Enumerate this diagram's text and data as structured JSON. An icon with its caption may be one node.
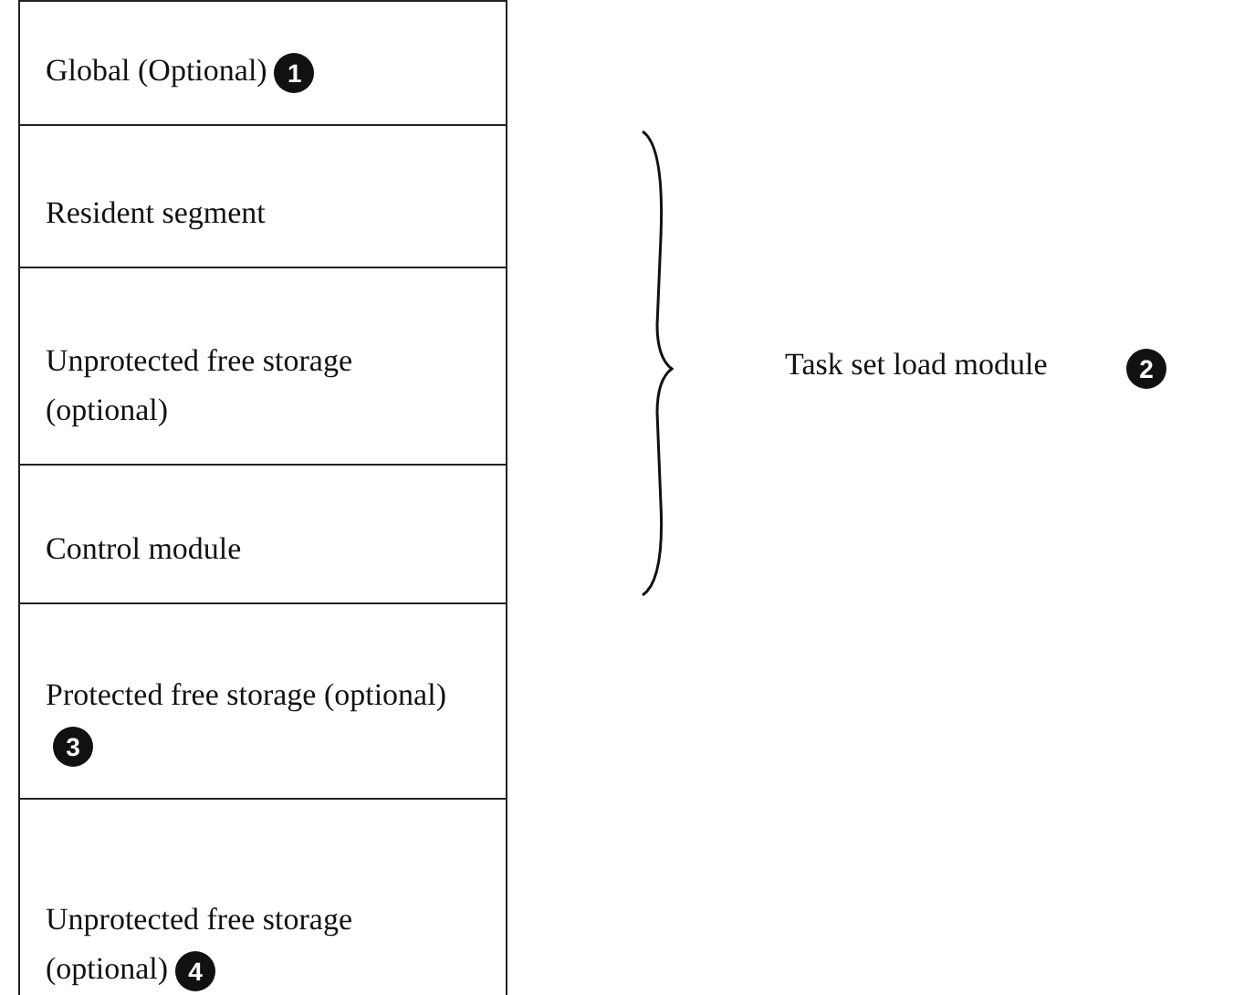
{
  "diagram": {
    "nodes": [
      {
        "text": [
          "Global (Optional)"
        ]
      },
      {
        "text": [
          "Resident segment"
        ]
      },
      {
        "text": [
          "Unprotected free storage (optional)"
        ]
      },
      {
        "text": [
          "Control module"
        ]
      },
      {
        "text": [
          "Protected free storage (optional)"
        ]
      },
      {
        "text": [
          "Unprotected free storage (optional)"
        ]
      }
    ],
    "edges": [],
    "labels": [
      "1",
      "Task set load module",
      "2",
      "3",
      "4"
    ]
  }
}
